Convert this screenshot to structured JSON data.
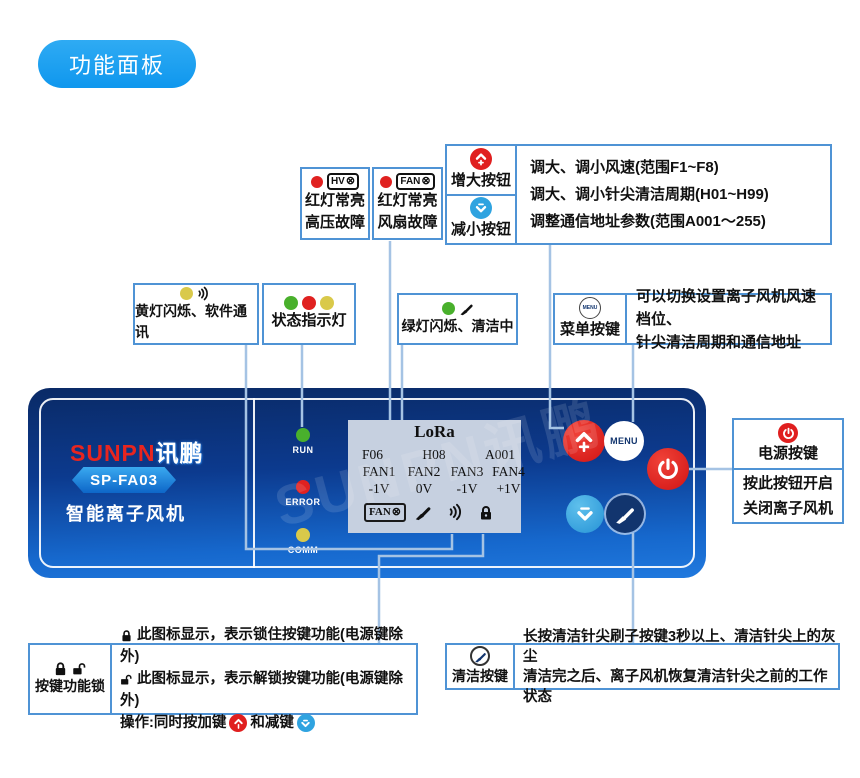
{
  "page": {
    "title_badge": "功能面板"
  },
  "symbols": {
    "fan_blocked": "⊗"
  },
  "colors": {
    "box_border": "#4f93d5",
    "callout_line": "#a5c3e4",
    "pill_blue": "#18a0f0",
    "red": "#e02120",
    "button_blue": "#2fa3e0",
    "green": "#49b02c",
    "yellow": "#d9c94a",
    "panel_top": "#0a2a66",
    "panel_bottom": "#2079de",
    "lcd_bg": "#c6d0e0",
    "navy_button": "#12356e",
    "brand_red": "#e8251f"
  },
  "annotations": {
    "hv_fault": {
      "badge": "HV",
      "line1": "红灯常亮",
      "line2": "高压故障"
    },
    "fan_fault": {
      "badge": "FAN",
      "line1": "红灯常亮",
      "line2": "风扇故障"
    },
    "increase_label": "增大按钮",
    "decrease_label": "减小按钮",
    "adjust_desc": {
      "line1": "调大、调小风速(范围F1~F8)",
      "line2": "调大、调小针尖清洁周期(H01~H99)",
      "line3": "调整通信地址参数(范围A001～255)"
    },
    "yellow_comm_label": "黄灯闪烁、软件通讯",
    "status_lights_label": "状态指示灯",
    "green_clean_label": "绿灯闪烁、清洁中",
    "menu": {
      "label": "菜单按键",
      "desc1": "可以切换设置离子风机风速档位、",
      "desc2": "针尖清洁周期和通信地址"
    },
    "power": {
      "label": "电源按键",
      "desc1": "按此按钮开启",
      "desc2": "关闭离子风机"
    },
    "key_lock": {
      "label": "按键功能锁",
      "locked_desc": "此图标显示，表示锁住按键功能(电源键除外)",
      "unlocked_desc": "此图标显示，表示解锁按键功能(电源键除外)",
      "op_prefix": "操作:同时按加键",
      "op_middle": "和减键"
    },
    "clean": {
      "label": "清洁按键",
      "desc1": "长按清洁针尖刷子按键3秒以上、清洁针尖上的灰尘",
      "desc2": "清洁完之后、离子风机恢复清洁针尖之前的工作状态"
    }
  },
  "panel": {
    "brand_en": "SUNPN",
    "brand_cn": "讯鹏",
    "model": "SP-FA03",
    "product_name": "智能离子风机",
    "indicators": [
      {
        "label": "RUN",
        "color": "#49b02c"
      },
      {
        "label": "ERROR",
        "color": "#e02120"
      },
      {
        "label": "COMM",
        "color": "#d9c94a"
      }
    ],
    "lcd": {
      "title": "LoRa",
      "fan_badge": "FAN",
      "row1": [
        "F06",
        "H08",
        "A001"
      ],
      "row2": [
        "FAN1",
        "FAN2",
        "FAN3",
        "FAN4"
      ],
      "row3": [
        "-1V",
        "0V",
        "-1V",
        "+1V"
      ]
    },
    "menu_button_label": "MENU",
    "watermark": "SUNPN讯鹏"
  }
}
